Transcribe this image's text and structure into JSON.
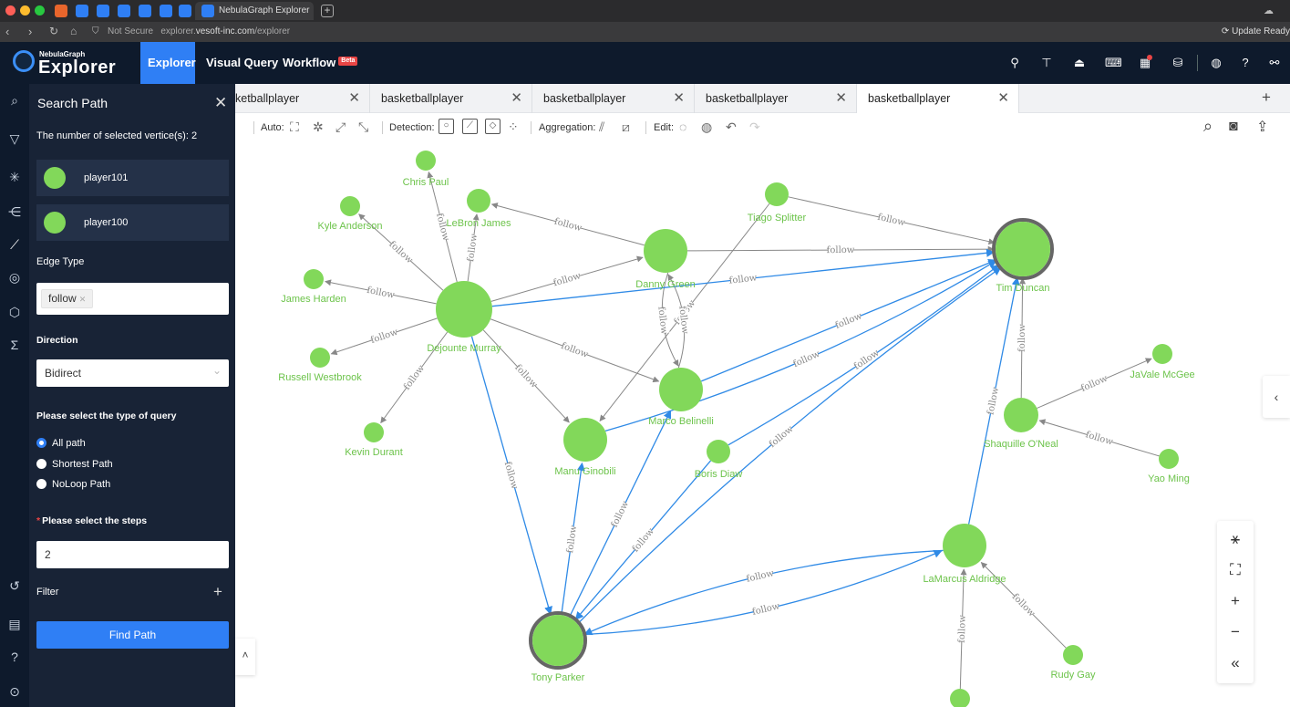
{
  "browser": {
    "active_tab_title": "NebulaGraph Explorer",
    "not_secure": "Not Secure",
    "url_prefix": "explorer.",
    "url_domain": "vesoft-inc.com",
    "url_path": "/explorer",
    "update_label": "Update Ready"
  },
  "header": {
    "logo_small": "NebulaGraph",
    "logo_big": "Explorer",
    "nav": [
      {
        "label": "Explorer",
        "active": true
      },
      {
        "label": "Visual Query",
        "active": false
      },
      {
        "label": "Workflow",
        "active": false
      }
    ],
    "beta_badge": "Beta"
  },
  "panel": {
    "title": "Search Path",
    "selected_count_label": "The number of selected vertice(s): 2",
    "vertices": [
      "player101",
      "player100"
    ],
    "edge_type_label": "Edge Type",
    "edge_type_tag": "follow",
    "direction_label": "Direction",
    "direction_value": "Bidirect",
    "query_type_label": "Please select the type of query",
    "query_types": [
      "All path",
      "Shortest Path",
      "NoLoop Path"
    ],
    "steps_label": "Please select the steps",
    "steps_required_mark": "*",
    "steps_value": "2",
    "filter_label": "Filter",
    "find_button": "Find Path"
  },
  "graph_tabs": [
    "ketballplayer",
    "basketballplayer",
    "basketballplayer",
    "basketballplayer",
    "basketballplayer"
  ],
  "toolbar": {
    "auto_label": "Auto:",
    "detection_label": "Detection:",
    "aggregation_label": "Aggregation:",
    "edit_label": "Edit:"
  },
  "graph": {
    "edge_label": "follow",
    "nodes": [
      {
        "id": "chris",
        "label": "Chris Paul"
      },
      {
        "id": "lebron",
        "label": "LeBron James"
      },
      {
        "id": "kyle",
        "label": "Kyle Anderson"
      },
      {
        "id": "harden",
        "label": "James Harden"
      },
      {
        "id": "russell",
        "label": "Russell Westbrook"
      },
      {
        "id": "kevin",
        "label": "Kevin Durant"
      },
      {
        "id": "dejounte",
        "label": "Dejounte Murray"
      },
      {
        "id": "danny",
        "label": "Danny Green"
      },
      {
        "id": "tiago",
        "label": "Tiago Splitter"
      },
      {
        "id": "tim",
        "label": "Tim Duncan"
      },
      {
        "id": "marco",
        "label": "Marco Belinelli"
      },
      {
        "id": "manu",
        "label": "Manu Ginobili"
      },
      {
        "id": "boris",
        "label": "Boris Diaw"
      },
      {
        "id": "shaq",
        "label": "Shaquille O'Neal"
      },
      {
        "id": "javale",
        "label": "JaVale McGee"
      },
      {
        "id": "yao",
        "label": "Yao Ming"
      },
      {
        "id": "lamarcus",
        "label": "LaMarcus Aldridge"
      },
      {
        "id": "rudy",
        "label": "Rudy Gay"
      },
      {
        "id": "tony",
        "label": "Tony Parker"
      },
      {
        "id": "bottom",
        "label": ""
      }
    ],
    "colors": {
      "node": "#82d85a",
      "label": "#6cc34a",
      "path_edge": "#2f8ae6",
      "normal_edge": "#888888"
    }
  }
}
